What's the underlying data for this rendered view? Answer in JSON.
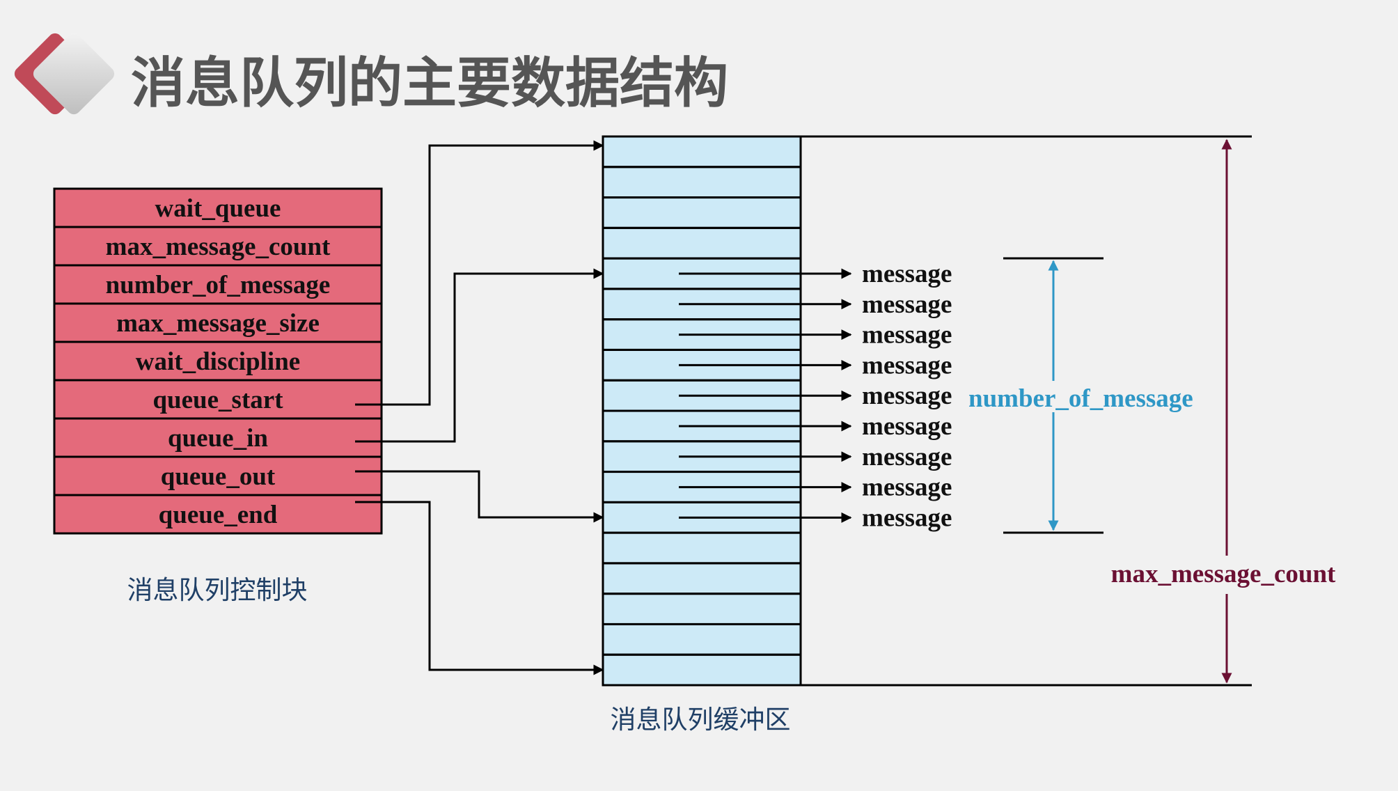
{
  "title": "消息队列的主要数据结构",
  "control_block": {
    "caption": "消息队列控制块",
    "fields": [
      "wait_queue",
      "max_message_count",
      "number_of_message",
      "max_message_size",
      "wait_discipline",
      "queue_start",
      "queue_in",
      "queue_out",
      "queue_end"
    ]
  },
  "buffer": {
    "caption": "消息队列缓冲区",
    "message_label": "message",
    "message_count_shown": 9
  },
  "labels": {
    "number_of_message": "number_of_message",
    "max_message_count": "max_message_count"
  },
  "colors": {
    "control_block_fill": "#e46a7b",
    "buffer_fill": "#cdeaf7",
    "number_arrow": "#2e97c6",
    "max_arrow": "#6b1033",
    "title_text": "#555555",
    "caption_text": "#1f3f66"
  }
}
